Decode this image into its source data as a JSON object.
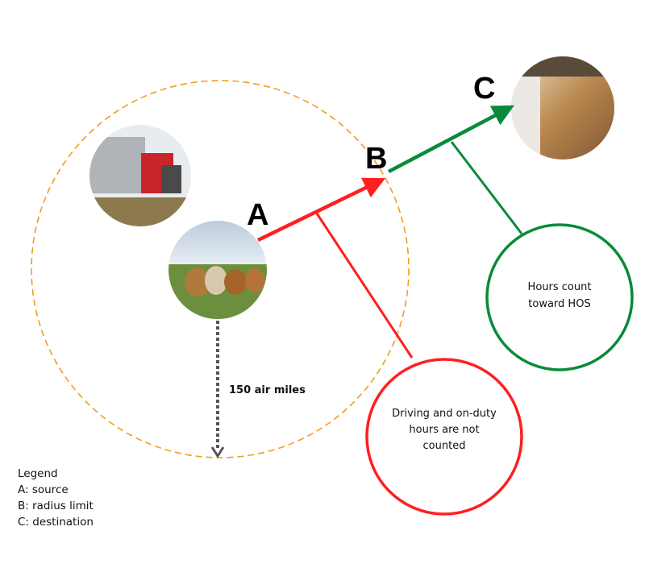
{
  "points": {
    "a": "A",
    "b": "B",
    "c": "C"
  },
  "radius_label": "150 air miles",
  "not_counted": {
    "line1": "Driving and on-duty",
    "line2": "hours are not",
    "line3": "counted"
  },
  "counted": {
    "line1": "Hours count",
    "line2": "toward HOS"
  },
  "legend": {
    "title": "Legend",
    "items": [
      "A: source",
      "B: radius limit",
      "C: destination"
    ]
  },
  "colors": {
    "radius": "#f39c1f",
    "not_counted": "#ff1f1f",
    "counted": "#0a8a3a",
    "dotted": "#555555"
  }
}
